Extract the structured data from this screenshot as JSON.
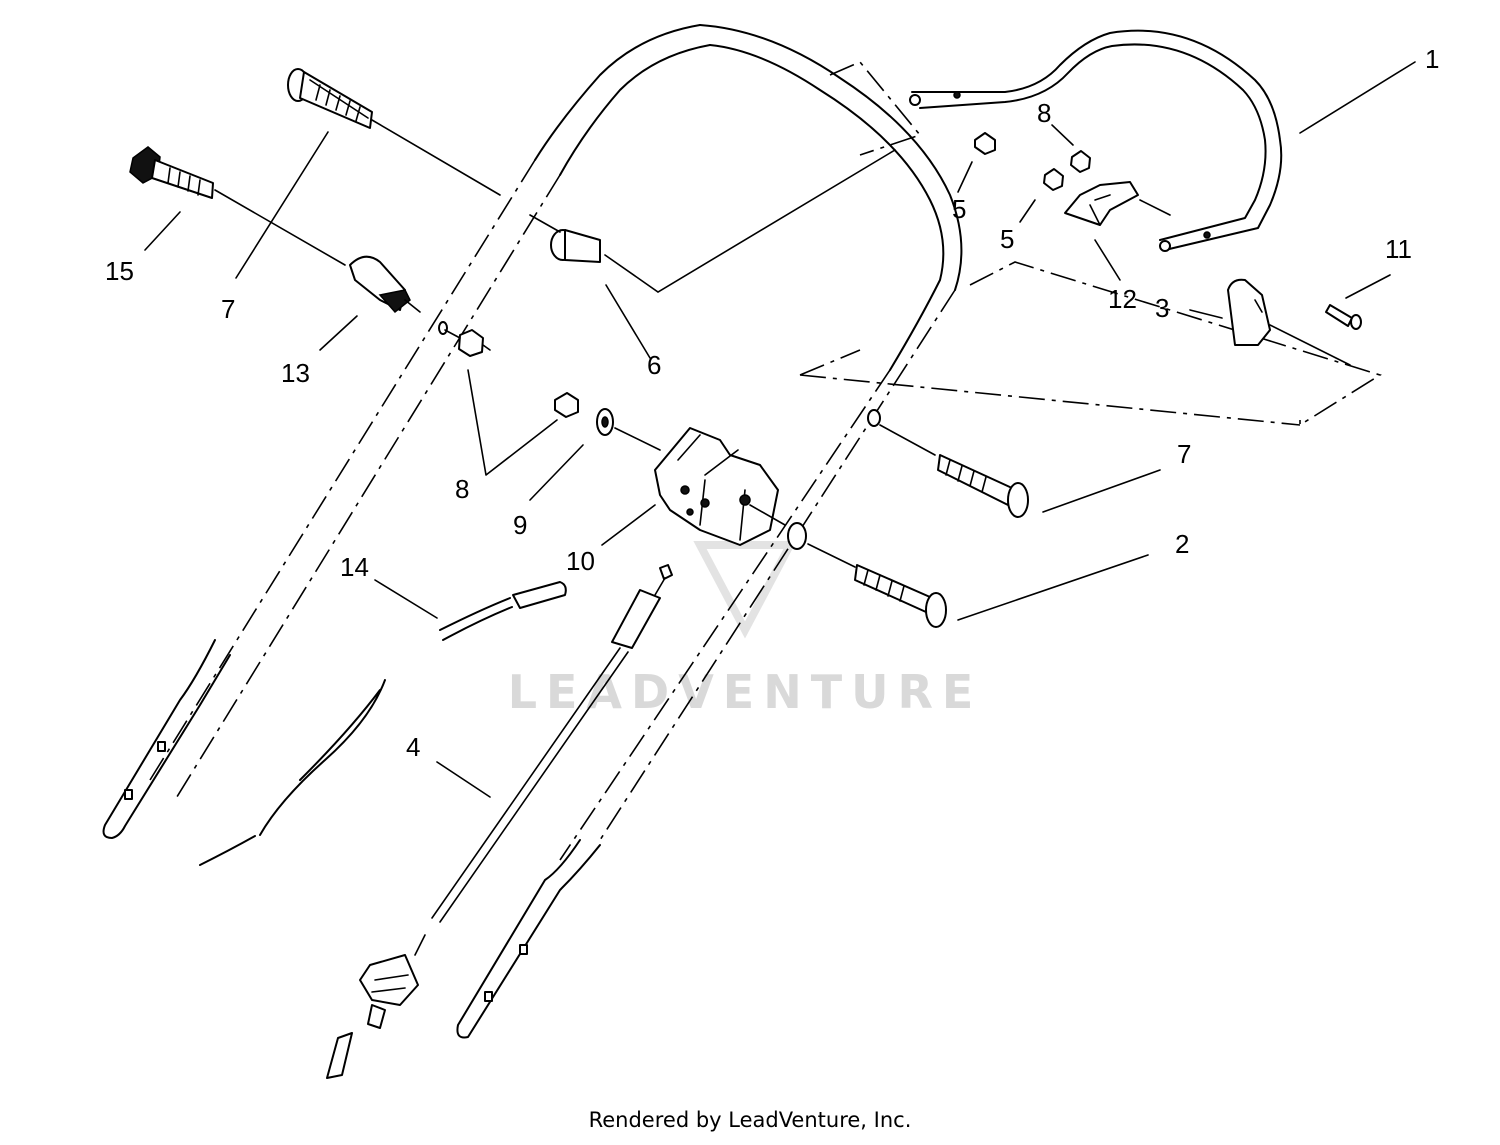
{
  "watermark": "LEADVENTURE",
  "footer": "Rendered by LeadVenture, Inc.",
  "callouts": [
    {
      "num": "1",
      "part": "handle-upper"
    },
    {
      "num": "2",
      "part": "carriage-bolt"
    },
    {
      "num": "3",
      "part": "knob"
    },
    {
      "num": "4",
      "part": "control-cable"
    },
    {
      "num": "5",
      "part": "nut"
    },
    {
      "num": "5",
      "part": "nut"
    },
    {
      "num": "6",
      "part": "spacer"
    },
    {
      "num": "7",
      "part": "carriage-bolt"
    },
    {
      "num": "7",
      "part": "carriage-bolt"
    },
    {
      "num": "8",
      "part": "nut"
    },
    {
      "num": "8",
      "part": "nut"
    },
    {
      "num": "9",
      "part": "washer"
    },
    {
      "num": "10",
      "part": "control-bracket"
    },
    {
      "num": "11",
      "part": "screw"
    },
    {
      "num": "12",
      "part": "bracket"
    },
    {
      "num": "13",
      "part": "cable-guide"
    },
    {
      "num": "14",
      "part": "wire-terminal"
    },
    {
      "num": "15",
      "part": "hex-bolt"
    }
  ]
}
